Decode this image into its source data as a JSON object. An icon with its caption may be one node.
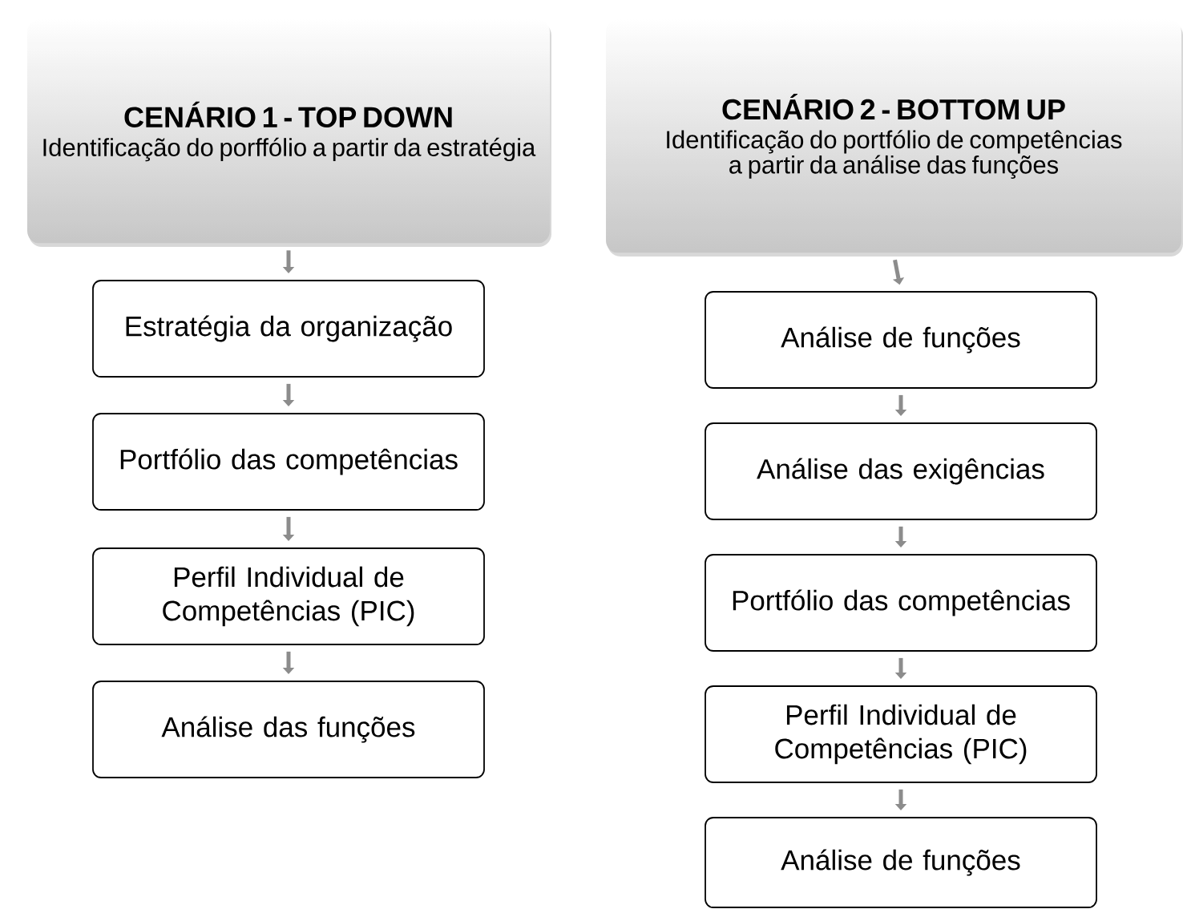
{
  "diagram": {
    "nodes": [
      {
        "text": [
          "CENÁRIO 1 - TOP DOWN",
          "Identificação do porffólio a partir da estratégia"
        ]
      },
      {
        "text": [
          "Estratégia da organização"
        ]
      },
      {
        "text": [
          "Portfólio das competências"
        ]
      },
      {
        "text": [
          "Perfil Individual de Competências (PIC)"
        ]
      },
      {
        "text": [
          "Análise das funções"
        ]
      },
      {
        "text": [
          "CENÁRIO 2 - BOTTOM UP",
          "Identificação do portfólio de competências a partir da análise das funções"
        ]
      },
      {
        "text": [
          "Análise de funções"
        ]
      },
      {
        "text": [
          "Análise das exigências"
        ]
      },
      {
        "text": [
          "Portfólio das competências"
        ]
      },
      {
        "text": [
          "Perfil Individual de Competências (PIC)"
        ]
      },
      {
        "text": [
          "Análise de funções"
        ]
      }
    ],
    "edges": [
      {
        "from": 0,
        "to": 1,
        "arrow": "to"
      },
      {
        "from": 1,
        "to": 2,
        "arrow": "to"
      },
      {
        "from": 2,
        "to": 3,
        "arrow": "to"
      },
      {
        "from": 3,
        "to": 4,
        "arrow": "to"
      },
      {
        "from": 5,
        "to": 6,
        "arrow": "to"
      },
      {
        "from": 6,
        "to": 7,
        "arrow": "to"
      },
      {
        "from": 7,
        "to": 8,
        "arrow": "to"
      },
      {
        "from": 8,
        "to": 9,
        "arrow": "to"
      },
      {
        "from": 9,
        "to": 10,
        "arrow": "to"
      }
    ]
  }
}
